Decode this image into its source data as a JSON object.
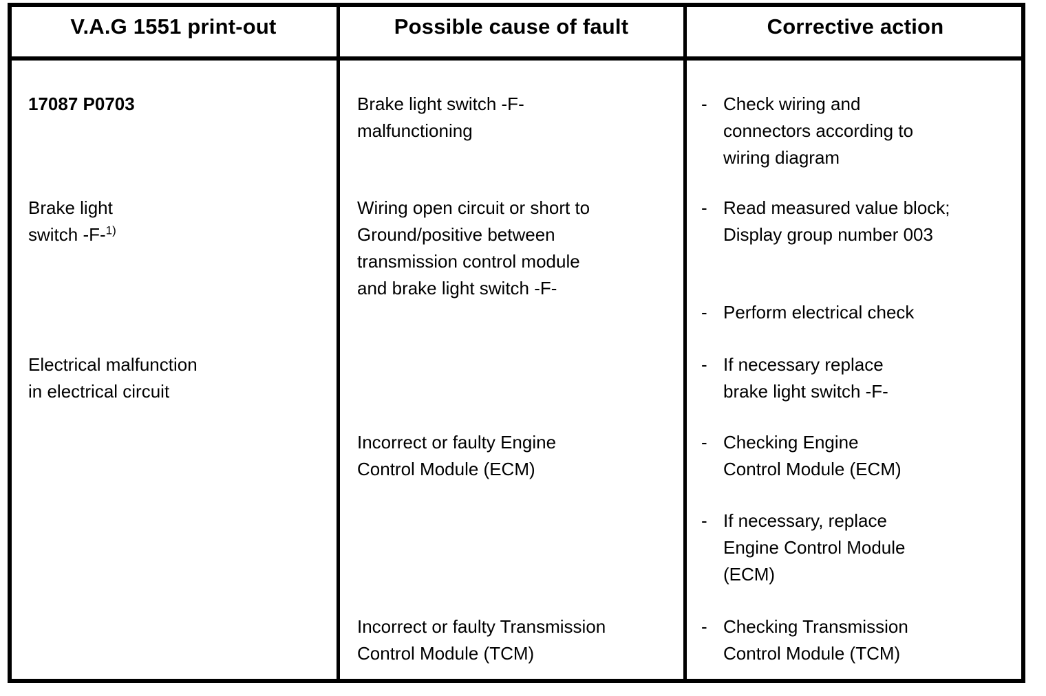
{
  "document": {
    "type": "fault-table",
    "title": "V.A.G 1551 fault table"
  },
  "table": {
    "headers": [
      "V.A.G 1551 print-out",
      "Possible cause of fault",
      "Corrective action"
    ],
    "column1": {
      "fault_code": "17087 P0703",
      "component": "Brake light\nswitch -F-",
      "footnote_marker": "1)",
      "description": "Electrical malfunction\nin electrical circuit"
    },
    "column2": {
      "causes": [
        "Brake light switch -F-\nmalfunctioning",
        "Wiring open circuit or short to\nGround/positive between\ntransmission control module\nand brake light switch -F-",
        "Incorrect or faulty Engine\nControl Module (ECM)",
        "Incorrect or faulty Transmission\nControl Module (TCM)"
      ]
    },
    "column3": {
      "bullet_marker": "-",
      "actions": [
        "Check wiring and\nconnectors according to\nwiring diagram",
        "Read measured value block;\nDisplay group number 003",
        "Perform electrical check",
        "If necessary replace\nbrake light switch -F-",
        "Checking Engine\nControl Module (ECM)",
        "If necessary, replace\nEngine Control Module\n(ECM)",
        "Checking Transmission\nControl Module (TCM)"
      ]
    }
  },
  "colors": {
    "ink": "#000000",
    "paper": "#ffffff"
  }
}
